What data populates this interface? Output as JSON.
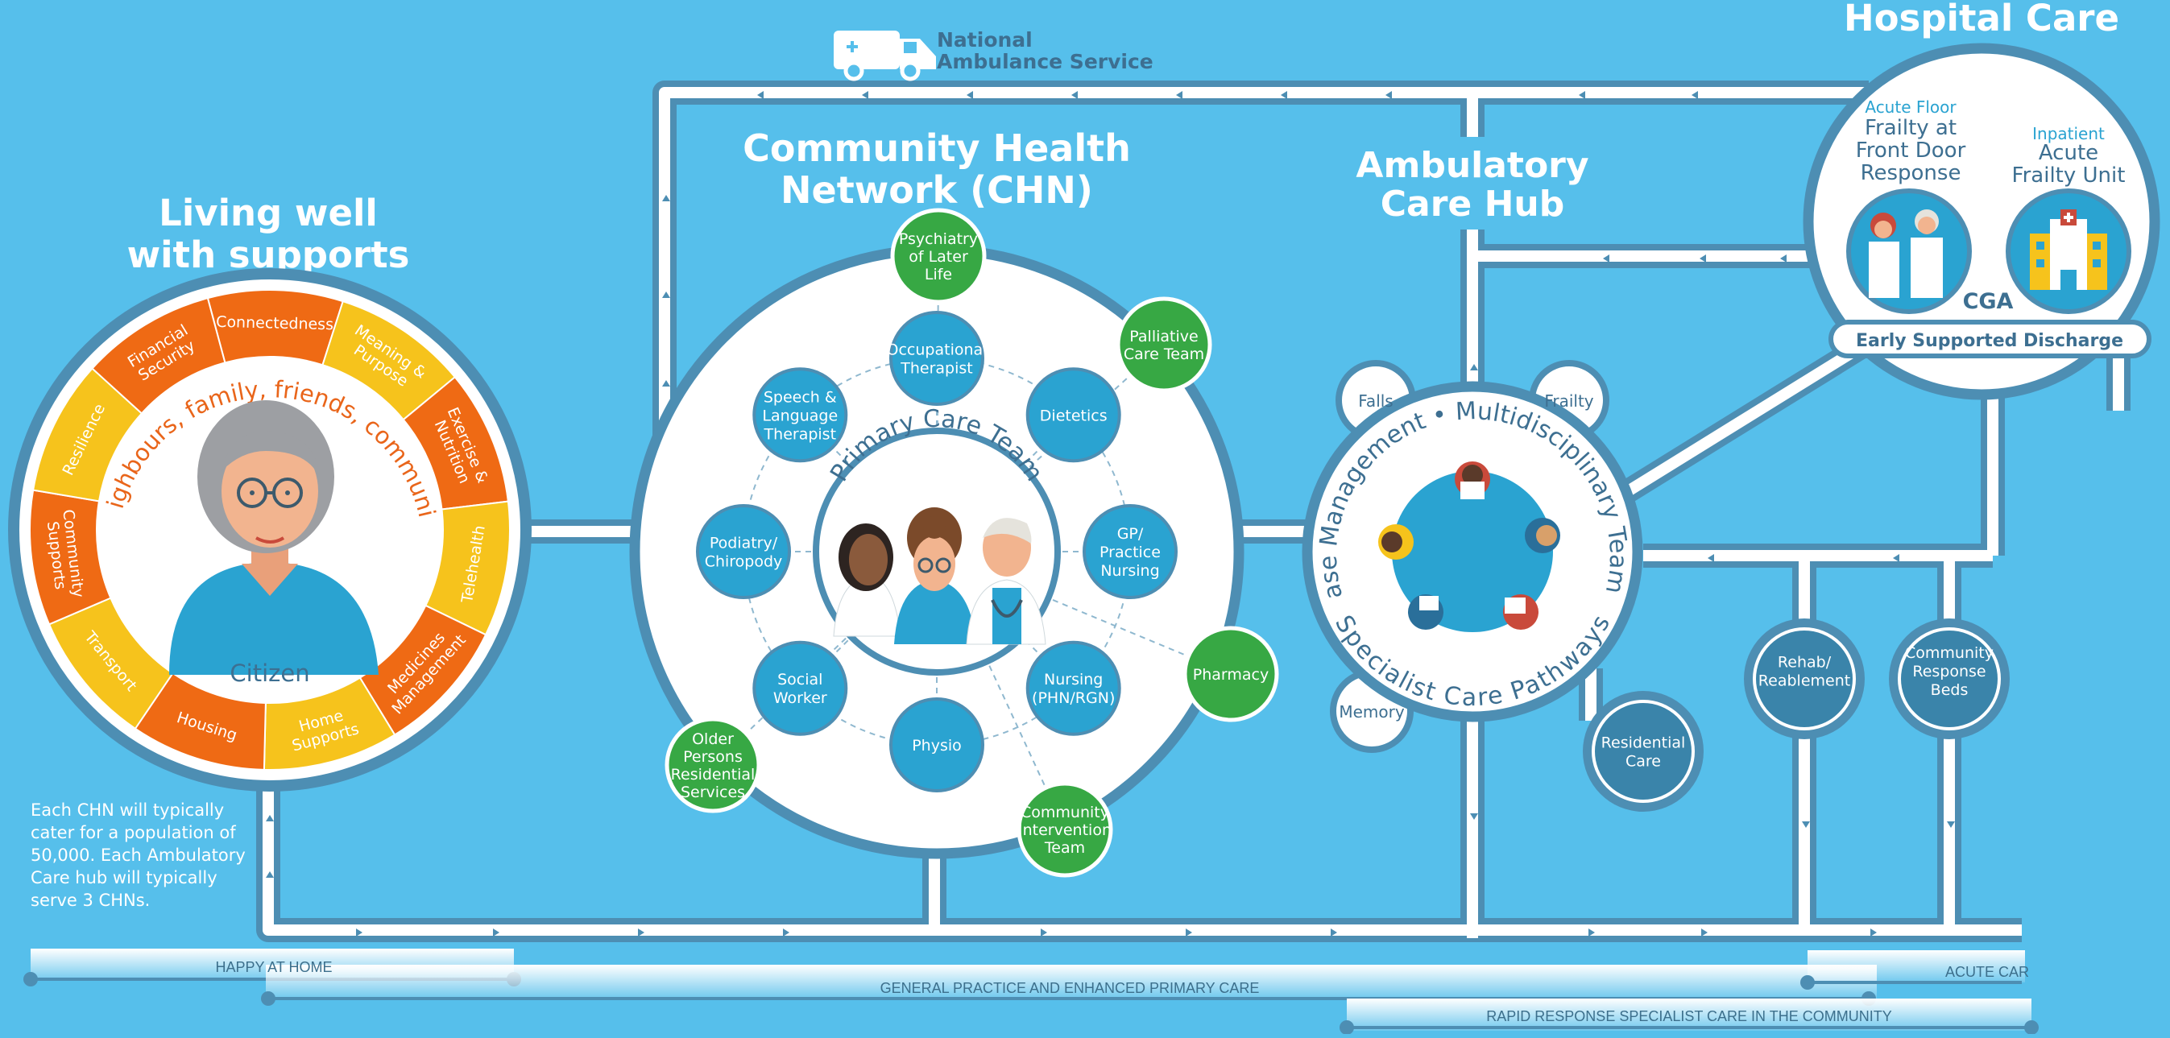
{
  "colors": {
    "background": "#56bfeb",
    "pathway": "#4d8eb3",
    "node_blue": "#2aa3d1",
    "node_green": "#37a844",
    "orange": "#ef6a14",
    "yellow": "#f6c31c"
  },
  "ambulance": {
    "icon": "ambulance-icon",
    "line1": "National",
    "line2": "Ambulance Service"
  },
  "living": {
    "title1": "Living well",
    "title2": "with supports",
    "ring_segments": [
      "Connectedness",
      "Meaning & Purpose",
      "Exercise & Nutrition",
      "Telehealth",
      "Medicines Management",
      "Home Supports",
      "Housing",
      "Transport",
      "Community Supports",
      "Resilience",
      "Financial Security"
    ],
    "arc_text": "Neighbours, family, friends, community",
    "citizen": "Citizen"
  },
  "chn": {
    "title1": "Community Health",
    "title2": "Network (CHN)",
    "team_label": "Primary Care Team",
    "inner_nodes": [
      "Occupational Therapist",
      "Dietetics",
      "GP/ Practice Nursing",
      "Nursing (PHN/RGN)",
      "Physio",
      "Social Worker",
      "Podiatry/ Chiropody",
      "Speech & Language Therapist"
    ],
    "outer_nodes": [
      "Psychiatry of Later Life",
      "Palliative Care Team",
      "Pharmacy",
      "Community Intervention Team",
      "Older Persons Residential Services"
    ]
  },
  "hub": {
    "title1": "Ambulatory",
    "title2": "Care Hub",
    "ring_top": "Case Management • Multidisciplinary Team •",
    "ring_bottom": "Specialist Care Pathways",
    "satellites": [
      "Falls",
      "Frailty",
      "Memory"
    ],
    "residential": "Residential Care"
  },
  "hospital": {
    "title": "Hospital Care",
    "acute_floor_label": "Acute Floor",
    "acute_floor": "Frailty at Front Door Response",
    "inpatient_label": "Inpatient",
    "inpatient": "Acute Frailty Unit",
    "cga": "CGA",
    "discharge": "Early Supported Discharge"
  },
  "community_nodes": [
    "Rehab/ Reablement",
    "Community Response Beds"
  ],
  "note": "Each CHN will typically cater for a population of 50,000. Each Ambulatory Care hub will typically serve 3 CHNs.",
  "bands": [
    "HAPPY AT HOME",
    "GENERAL PRACTICE AND ENHANCED PRIMARY CARE",
    "ACUTE CAR",
    "RAPID RESPONSE SPECIALIST CARE IN THE COMMUNITY"
  ]
}
